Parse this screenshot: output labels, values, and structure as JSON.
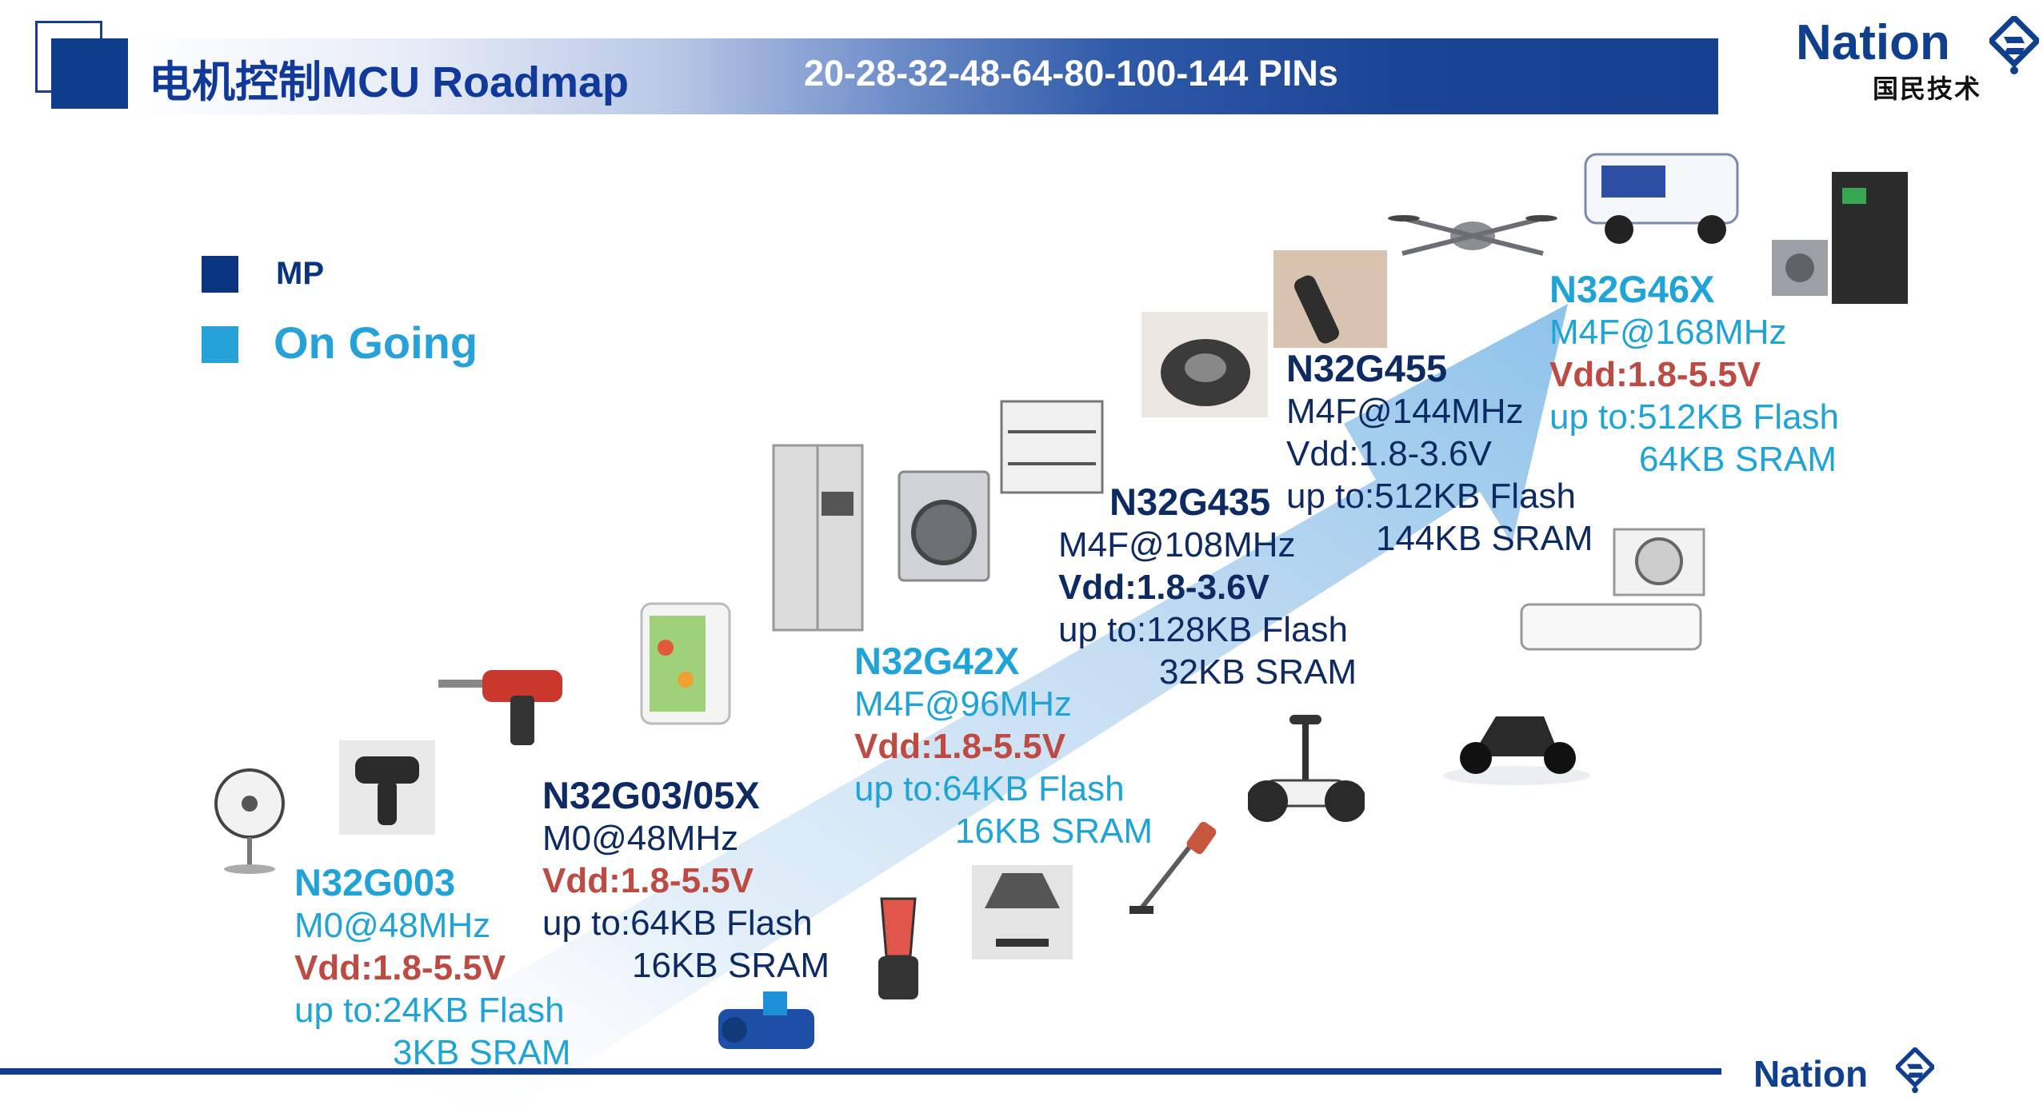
{
  "header": {
    "title": "电机控制MCU Roadmap",
    "subtitle": "20-28-32-48-64-80-100-144 PINs"
  },
  "brand": {
    "logo_word": "Nation",
    "logo_cn": "国民技术",
    "logo_icon": "nation-diamond-icon"
  },
  "legend": {
    "items": [
      {
        "label": "MP",
        "color": "#0b3480"
      },
      {
        "label": "On Going",
        "color": "#27a2d8"
      }
    ]
  },
  "colors": {
    "mp_navy": "#0d2a63",
    "ongoing_cyan": "#20a3d6",
    "vdd_red": "#bd4a43",
    "brand_blue": "#0e3d8c"
  },
  "products": [
    {
      "name": "N32G003",
      "status": "On Going",
      "core": "M0@48MHz",
      "vdd": "Vdd:1.8-5.5V",
      "flash": "up to:24KB Flash",
      "sram": "3KB SRAM"
    },
    {
      "name": "N32G03/05X",
      "status": "MP",
      "core": "M0@48MHz",
      "vdd": "Vdd:1.8-5.5V",
      "flash": "up to:64KB Flash",
      "sram": "16KB SRAM"
    },
    {
      "name": "N32G42X",
      "status": "On Going",
      "core": "M4F@96MHz",
      "vdd": "Vdd:1.8-5.5V",
      "flash": "up to:64KB Flash",
      "sram": "16KB SRAM"
    },
    {
      "name": "N32G435",
      "status": "MP",
      "core": "M4F@108MHz",
      "vdd": "Vdd:1.8-3.6V",
      "flash": "up to:128KB Flash",
      "sram": "32KB  SRAM"
    },
    {
      "name": "N32G455",
      "status": "MP",
      "core": "M4F@144MHz",
      "vdd": "Vdd:1.8-3.6V",
      "flash": "up to:512KB Flash",
      "sram": "144KB SRAM"
    },
    {
      "name": "N32G46X",
      "status": "On Going",
      "core": "M4F@168MHz",
      "vdd": "Vdd:1.8-5.5V",
      "flash": "up to:512KB Flash",
      "sram": "64KB SRAM"
    }
  ],
  "applications": [
    "fan",
    "massage-gun",
    "power-drill",
    "mini-fridge",
    "refrigerator",
    "washing-machine",
    "dishwasher",
    "robot-vacuum",
    "hair-trimmer",
    "drone",
    "electric-patrol-car",
    "servo-drive",
    "air-conditioner",
    "electric-scooter",
    "self-balancing-scooter",
    "stick-vacuum",
    "range-hood",
    "blender",
    "water-pump"
  ]
}
